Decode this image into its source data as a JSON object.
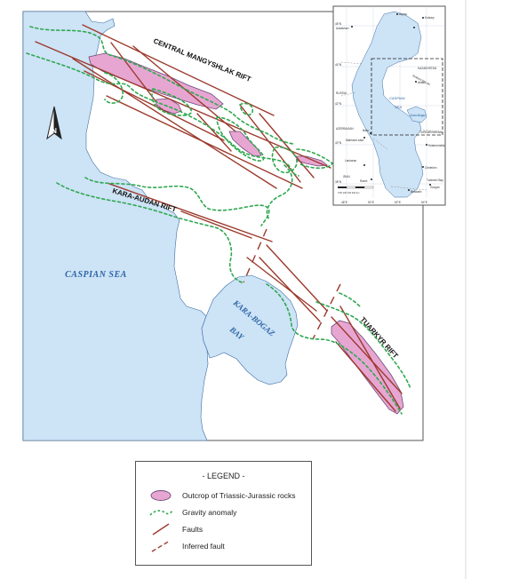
{
  "map": {
    "labels": {
      "central_rift": "CENTRAL MANGYSHLAK RIFT",
      "kara_audan_rift": "KARA-AUDAN RIFT",
      "tuarkyr_rift": "TUARKYR RIFT",
      "caspian_sea": "CASPIAN SEA",
      "kara_bogaz": "KARA-BOGAZ",
      "bay": "BAY",
      "north": "N"
    },
    "colors": {
      "water": "#cde3f6",
      "outcrop": "#e7a6d2",
      "fault": "#9c3a2c",
      "anomaly": "#2ea84f"
    }
  },
  "inset": {
    "labels": {
      "caspian": "CASPIAN",
      "sea": "SEA",
      "kazakhstan": "KAZAKHSTAN",
      "turkmenistan": "TURKMENISTAN",
      "russia": "RUSSIA",
      "azerbaijan": "AZERBAIJAN",
      "iran": "IRAN",
      "mangyshlak": "MANGYSHLAK",
      "kara_bogaz": "Kara-Bogaz",
      "baku": "Baku",
      "aktau": "Aktau",
      "makhachkala": "Makhach-kala",
      "astrakhan": "Astrakhan",
      "krasnovodsk": "Krasnovodsk",
      "cheleken": "Cheleken",
      "atyrau": "Atyrau",
      "kulsary": "Kulsary",
      "bekdash": "Bekdash",
      "turkmen_bay": "Turkmen Bay",
      "gorgan": "Gorgan",
      "rasht": "Rasht",
      "lankaran": "Lankaran",
      "lat_46": "46°N",
      "lat_44": "44°N",
      "lat_42": "42°N",
      "lat_40": "40°N",
      "lat_38": "38°N",
      "lon_48": "48°E",
      "lon_50": "50°E",
      "lon_52": "52°E",
      "lon_54": "54°E",
      "scale": "0  50  100  150  200 km"
    }
  },
  "legend": {
    "title": "- LEGEND -",
    "items": [
      {
        "label": "Outcrop of Triassic-Jurassic rocks"
      },
      {
        "label": "Gravity anomaly"
      },
      {
        "label": "Faults"
      },
      {
        "label": "Inferred fault"
      }
    ]
  }
}
